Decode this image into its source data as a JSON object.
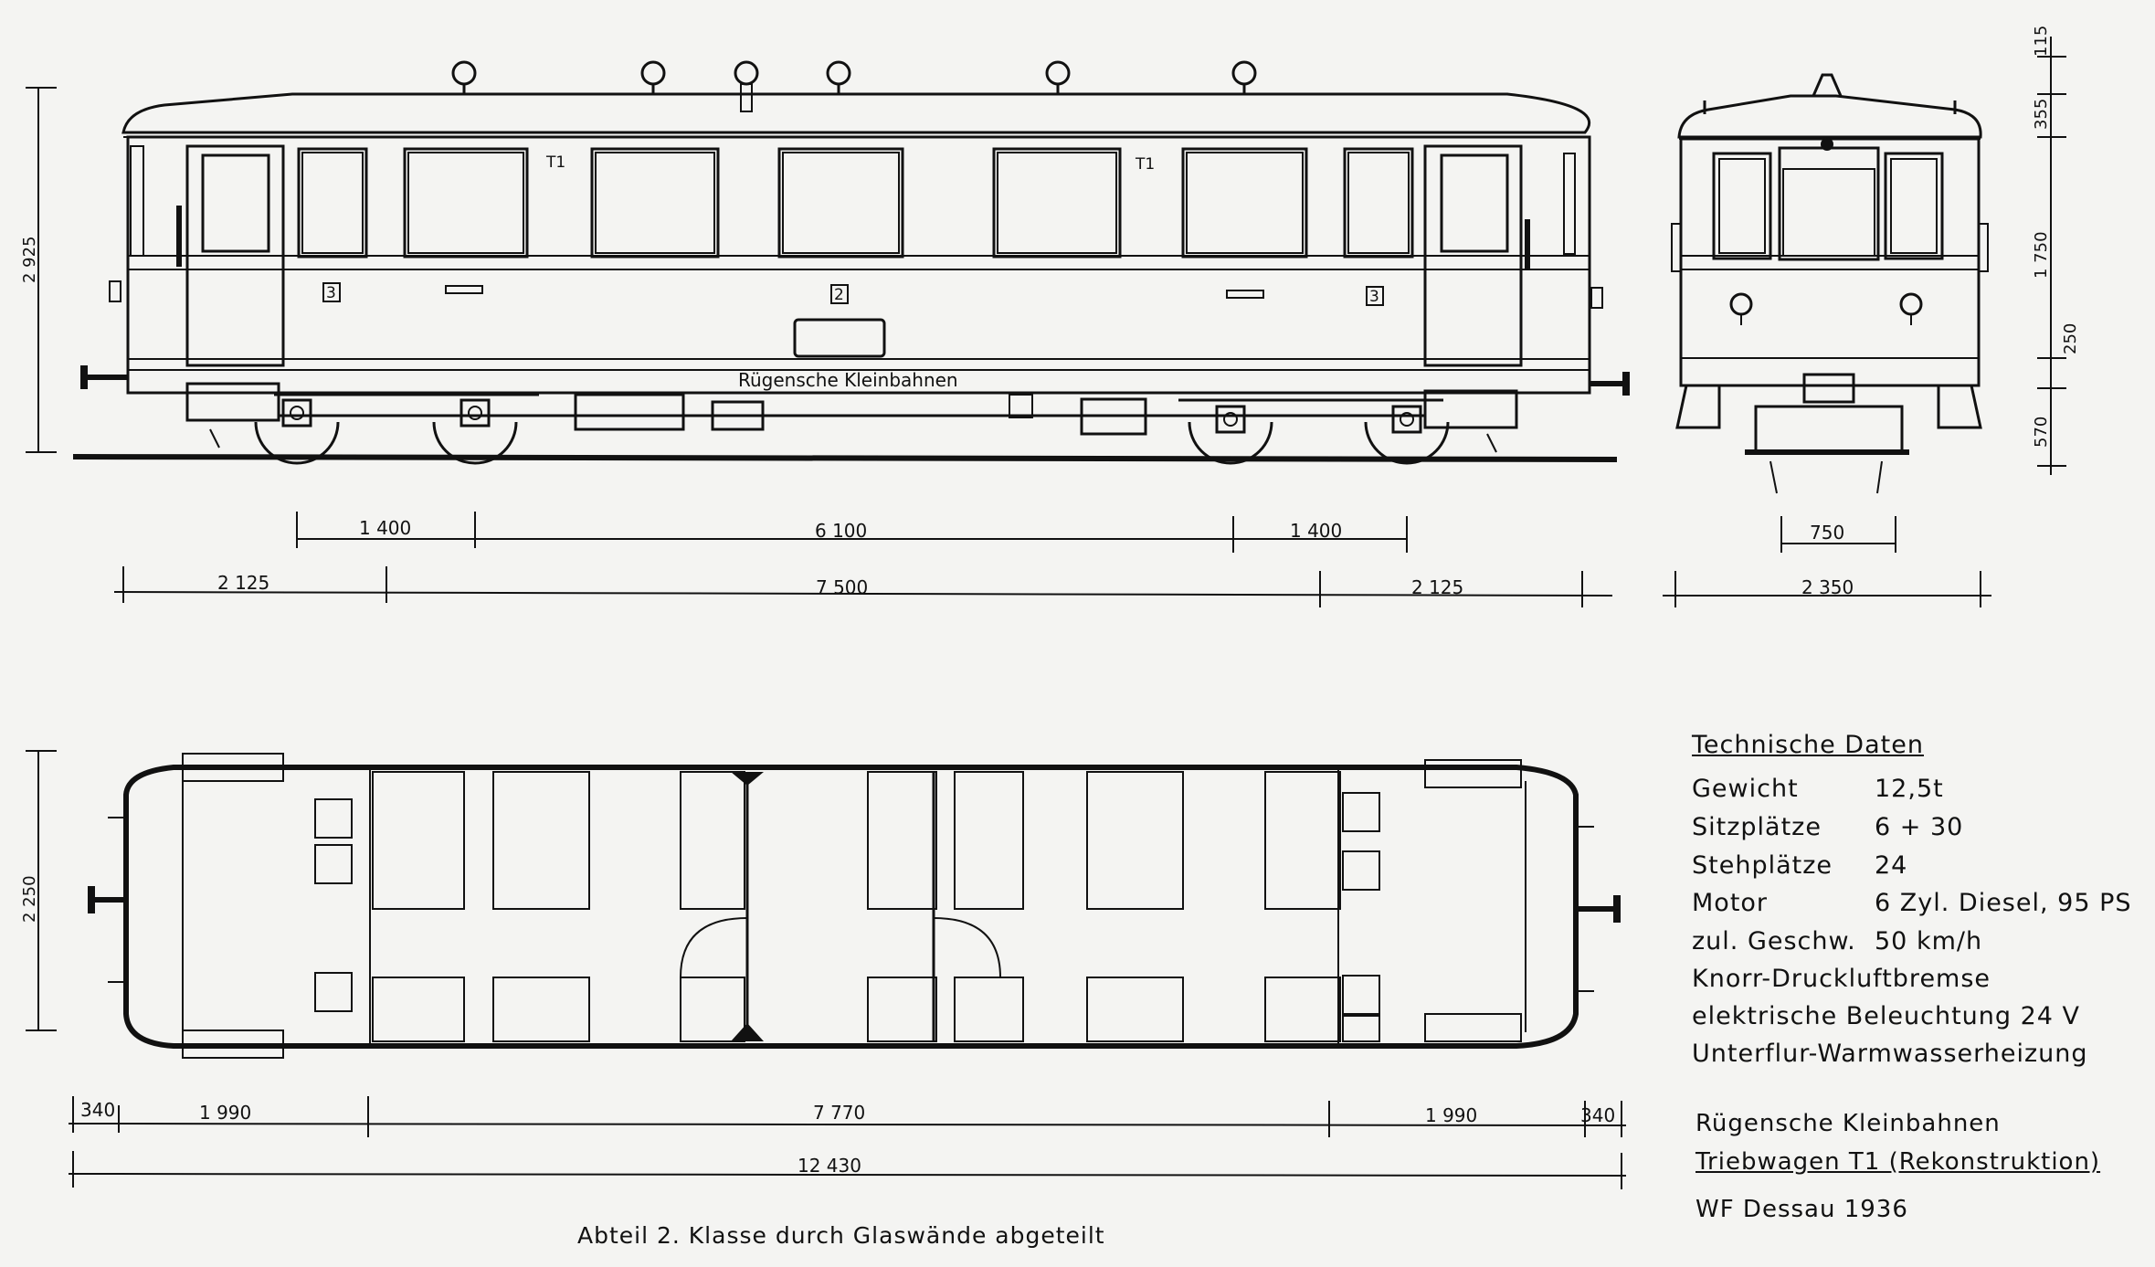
{
  "drawing": {
    "side_view": {
      "car_number_labels": [
        "T1",
        "T1"
      ],
      "class_markers": [
        "3",
        "2",
        "3"
      ],
      "side_lettering": "Rügensche Kleinbahnen",
      "height_dimension": "2 925",
      "dimensions_row1": [
        "1 400",
        "6 100",
        "1 400"
      ],
      "dimensions_row2": [
        "2 125",
        "7 500",
        "2 125"
      ]
    },
    "end_view": {
      "vertical_dimensions": [
        "115",
        "355",
        "1 750",
        "250",
        "570"
      ],
      "dimension_bogie": "750",
      "dimension_width": "2 350"
    },
    "plan_view": {
      "width_dimension": "2 250",
      "dimensions_row1": [
        "340",
        "1 990",
        "7 770",
        "1 990",
        "340"
      ],
      "dimension_total": "12 430"
    }
  },
  "technical_data": {
    "heading": "Technische Daten",
    "rows": [
      {
        "label": "Gewicht",
        "value": "12,5t"
      },
      {
        "label": "Sitzplätze",
        "value": "6 + 30"
      },
      {
        "label": "Stehplätze",
        "value": "24"
      },
      {
        "label": "Motor",
        "value": "6 Zyl. Diesel, 95 PS"
      },
      {
        "label": "zul. Geschw.",
        "value": "50 km/h"
      }
    ],
    "features": [
      "Knorr-Druckluftbremse",
      "elektrische Beleuchtung  24 V",
      "Unterflur-Warmwasserheizung"
    ]
  },
  "identification": {
    "operator": "Rügensche Kleinbahnen",
    "vehicle": "Triebwagen T1 (Rekonstruktion)",
    "builder": "WF  Dessau 1936"
  },
  "caption": "Abteil 2. Klasse durch Glaswände abgeteilt"
}
